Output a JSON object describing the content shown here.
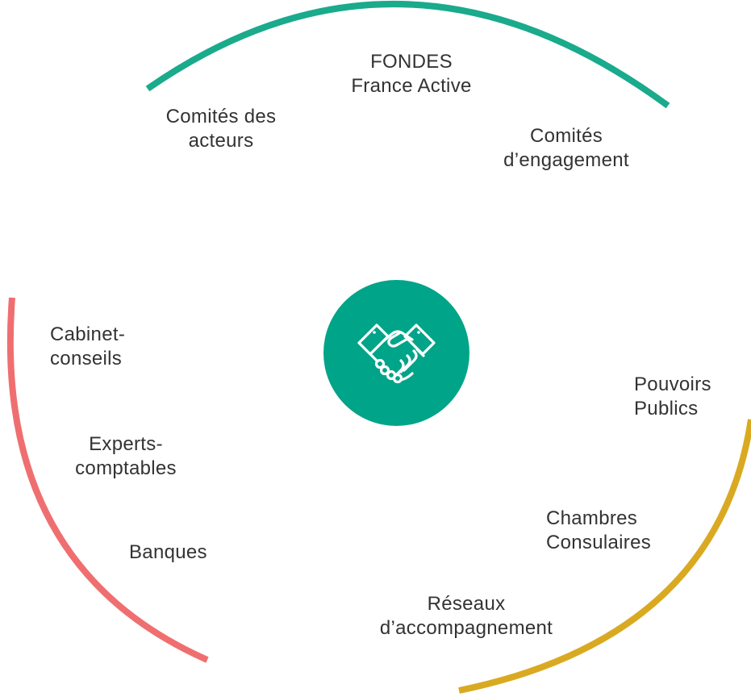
{
  "colors": {
    "teal": "#1aaa8c",
    "coral": "#ef6f70",
    "gold": "#d9aa21",
    "hub": "#00a488",
    "text": "#333333"
  },
  "center": {
    "icon": "handshake-icon"
  },
  "groups": [
    {
      "color": "teal",
      "items": [
        {
          "lines": [
            "FONDES",
            "France Active"
          ]
        },
        {
          "lines": [
            "Comités des",
            "acteurs"
          ]
        },
        {
          "lines": [
            "Comités",
            "d’engagement"
          ]
        }
      ]
    },
    {
      "color": "coral",
      "items": [
        {
          "lines": [
            "Cabinet-",
            "conseils"
          ]
        },
        {
          "lines": [
            "Experts-",
            "comptables"
          ]
        },
        {
          "lines": [
            "Banques"
          ]
        }
      ]
    },
    {
      "color": "gold",
      "items": [
        {
          "lines": [
            "Pouvoirs",
            "Publics"
          ]
        },
        {
          "lines": [
            "Chambres",
            "Consulaires"
          ]
        },
        {
          "lines": [
            "Réseaux",
            "d’accompagnement"
          ]
        }
      ]
    }
  ]
}
